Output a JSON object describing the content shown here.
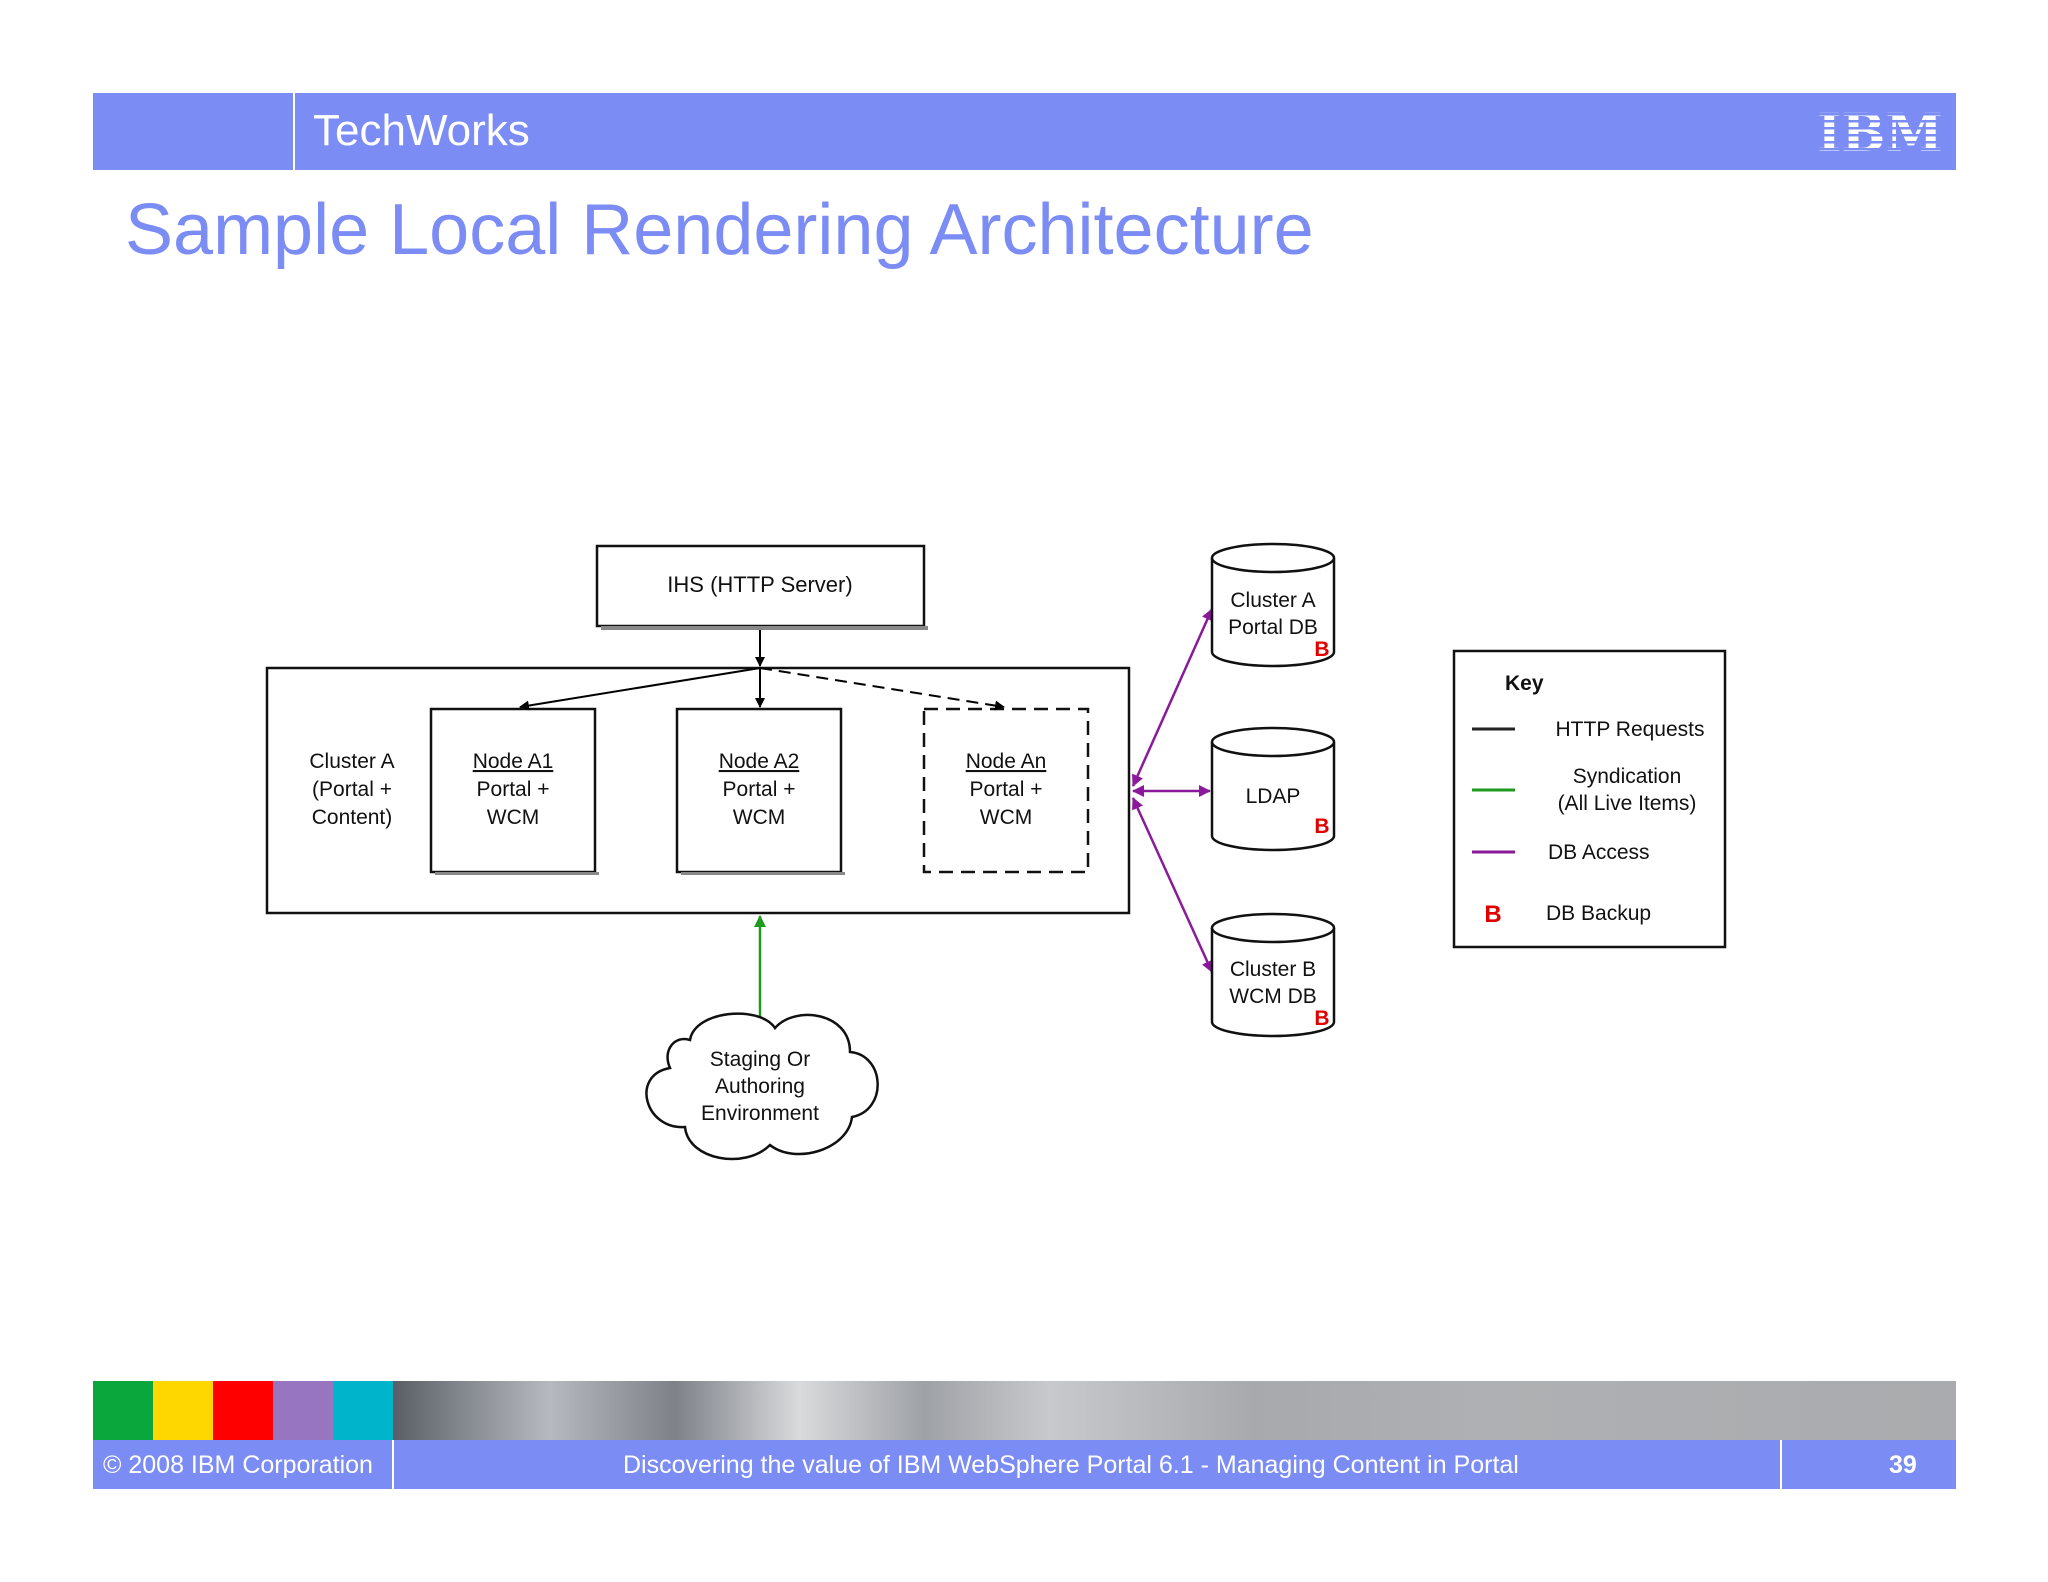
{
  "header": {
    "title": "TechWorks",
    "logo_text": "IBM"
  },
  "page_title": "Sample Local Rendering Architecture",
  "diagram": {
    "ihs": "IHS (HTTP Server)",
    "cluster_label": [
      "Cluster A",
      "(Portal +",
      "Content)"
    ],
    "nodes": [
      {
        "name": "Node A1",
        "line2": "Portal +",
        "line3": "WCM"
      },
      {
        "name": "Node A2",
        "line2": "Portal +",
        "line3": "WCM"
      },
      {
        "name": "Node An",
        "line2": "Portal +",
        "line3": "WCM"
      }
    ],
    "databases": [
      {
        "line1": "Cluster A",
        "line2": "Portal DB",
        "backup": "B"
      },
      {
        "line1": "LDAP",
        "line2": "",
        "backup": "B"
      },
      {
        "line1": "Cluster B",
        "line2": "WCM DB",
        "backup": "B"
      }
    ],
    "cloud": [
      "Staging Or",
      "Authoring",
      "Environment"
    ],
    "key": {
      "title": "Key",
      "http": "HTTP Requests",
      "syndication": [
        "Syndication",
        "(All Live Items)"
      ],
      "db_access": "DB Access",
      "backup_symbol": "B",
      "backup": "DB Backup"
    },
    "colors": {
      "http": "#000000",
      "syndication": "#1f9a1f",
      "db_access": "#8b1a9b",
      "backup": "#e00000"
    }
  },
  "footer": {
    "copyright": "© 2008 IBM Corporation",
    "subtitle": "Discovering the value of IBM WebSphere Portal 6.1 - Managing Content in Portal",
    "page_number": "39",
    "swatch_colors": [
      "#0aa83c",
      "#ffd700",
      "#ff0000",
      "#9775c0",
      "#00b4cc"
    ]
  }
}
